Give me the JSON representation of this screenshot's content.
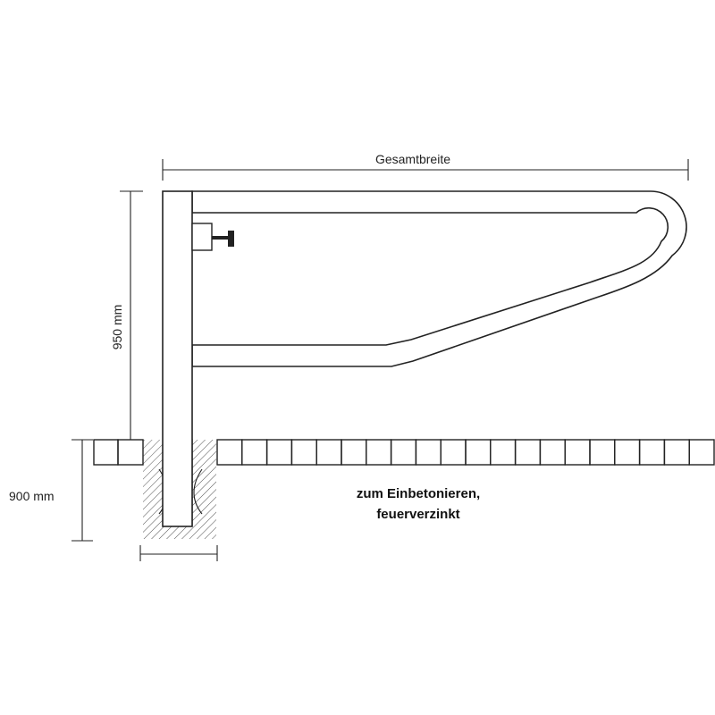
{
  "dimensions": {
    "overall_width_label": "Gesamtbreite",
    "height_label": "950 mm",
    "depth_label": "900 mm"
  },
  "note": {
    "line1": "zum Einbetonieren,",
    "line2": "feuerverzinkt"
  },
  "colors": {
    "line": "#222222",
    "background": "#ffffff"
  }
}
